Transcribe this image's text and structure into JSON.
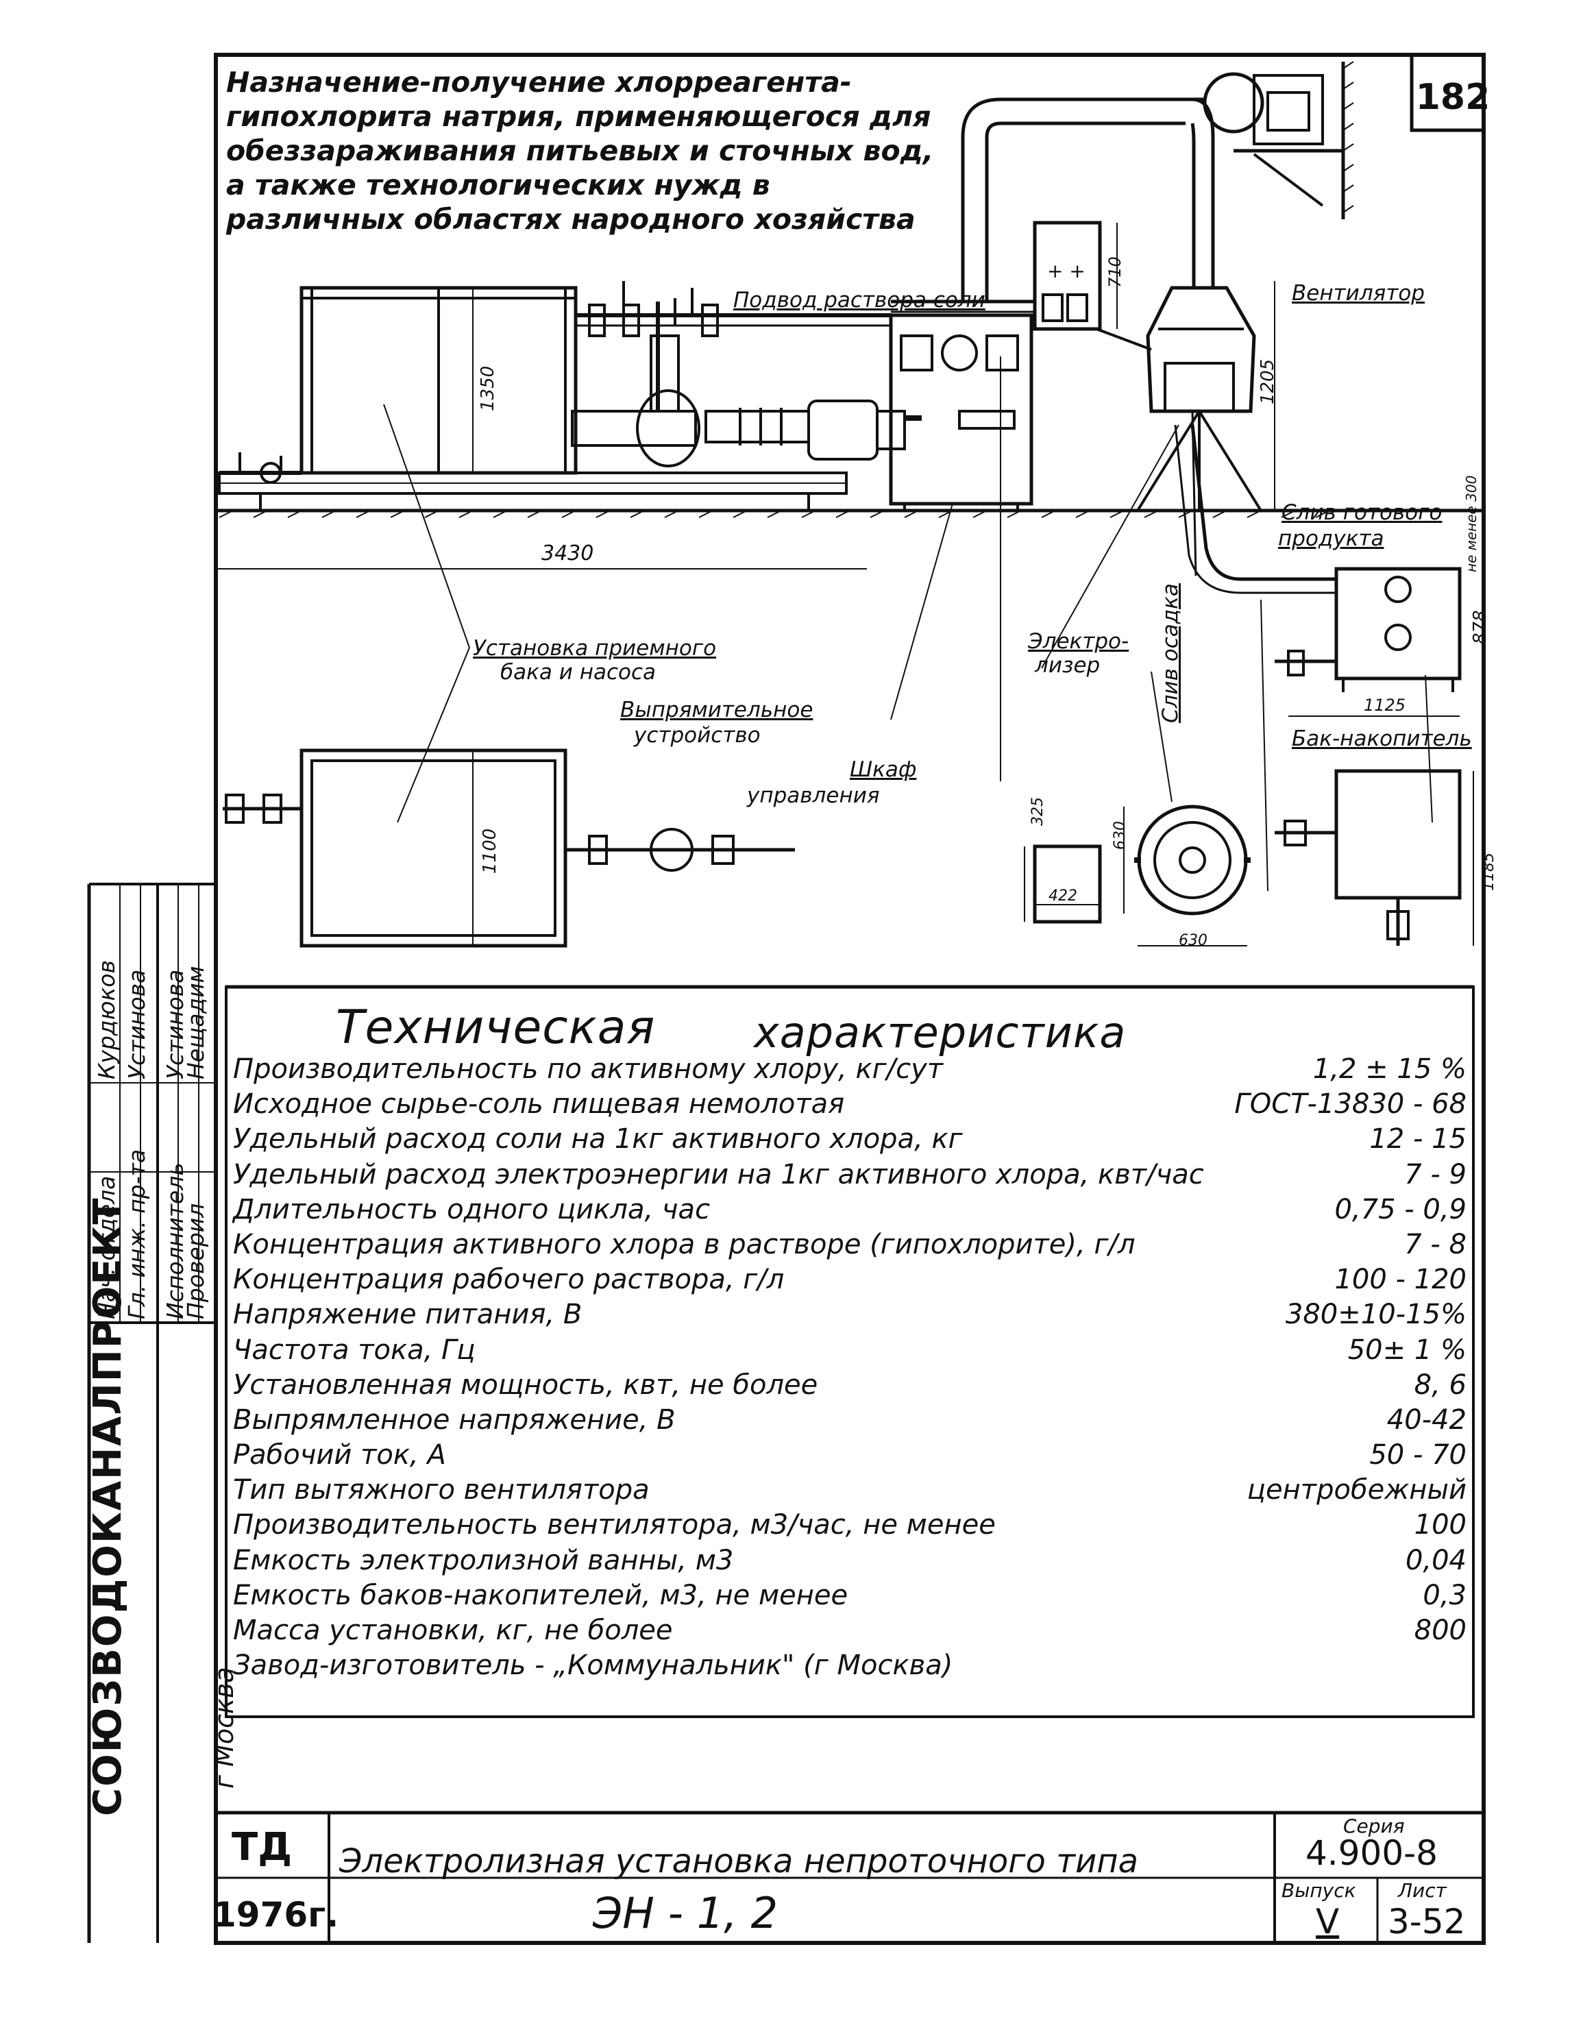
{
  "sheet_number": "182",
  "purpose_text": "Назначение-получение хлорреагента-гипохлорита натрия, применяющегося для обеззараживания питьевых и сточных вод, а также технологических нужд в различных областях народного хозяйства",
  "labels": {
    "salt_supply": "Подвод раствора соли",
    "fan": "Вентилятор",
    "product_drain": "Слив готового",
    "product_drain2": "продукта",
    "tank_pump": "Установка приемного",
    "tank_pump2": "бака и насоса",
    "electrolyzer": "Электро-",
    "electrolyzer2": "лизер",
    "sediment_drain": "Слив осадка",
    "rectifier": "Выпрямительное",
    "rectifier2": "устройство",
    "storage_tank": "Бак-накопитель",
    "control_cabinet": "Шкаф",
    "control_cabinet2": "управления"
  },
  "dimensions": {
    "d1350": "1350",
    "d3430": "3430",
    "d710": "710",
    "d1205": "1205",
    "d_min300": "не менее 300",
    "d878": "878",
    "d1125": "1125",
    "d1100": "1100",
    "d325": "325",
    "d422": "422",
    "d630a": "630",
    "d630b": "630",
    "d1185": "1185"
  },
  "spec": {
    "title_a": "Техническая",
    "title_b": "характеристика",
    "rows": [
      {
        "label": "Производительность по активному хлору, кг/сут",
        "value": "1,2 ± 15 %"
      },
      {
        "label": "Исходное сырье-соль пищевая немолотая",
        "value": "ГОСТ-13830 - 68"
      },
      {
        "label": "Удельный расход соли на 1кг активного хлора, кг",
        "value": "12 - 15"
      },
      {
        "label": "Удельный расход электроэнергии на 1кг активного хлора, квт/час",
        "value": "7 - 9"
      },
      {
        "label": "Длительность одного цикла, час",
        "value": "0,75 - 0,9"
      },
      {
        "label": "Концентрация активного хлора в растворе (гипохлорите), г/л",
        "value": "7 - 8"
      },
      {
        "label": "Концентрация рабочего раствора, г/л",
        "value": "100 - 120"
      },
      {
        "label": "Напряжение питания, В",
        "value": "380±10-15%"
      },
      {
        "label": "Частота тока, Гц",
        "value": "50± 1 %"
      },
      {
        "label": "Установленная мощность, квт, не более",
        "value": "8, 6"
      },
      {
        "label": "Выпрямленное напряжение, В",
        "value": "40-42"
      },
      {
        "label": "Рабочий ток, А",
        "value": "50 - 70"
      },
      {
        "label": "Тип вытяжного вентилятора",
        "value": "центробежный"
      },
      {
        "label": "Производительность вентилятора, м3/час, не менее",
        "value": "100"
      },
      {
        "label": "Емкость электролизной ванны, м3",
        "value": "0,04"
      },
      {
        "label": "Емкость баков-накопителей, м3, не менее",
        "value": "0,3"
      },
      {
        "label": "Масса установки, кг, не более",
        "value": "800"
      },
      {
        "label": "Завод-изготовитель - „Коммунальник\" (г Москва)",
        "value": ""
      }
    ]
  },
  "title_block": {
    "org": "СОЮЗВОДОКАНАЛПРОЕКТ",
    "city": "г Москва",
    "roles": [
      "Нач. отдела",
      "Гл. инж. пр-та",
      "Исполнитель",
      "Проверил"
    ],
    "names": [
      "Курдюков",
      "Устинова",
      "Устинова",
      "Нещадим"
    ],
    "td": "ТД",
    "year": "1976г.",
    "title": "Электролизная установка непроточного типа",
    "model": "ЭН - 1, 2",
    "series_label": "Серия",
    "series_value": "4.900-8",
    "issue_label": "Выпуск",
    "issue_value": "V",
    "sheet_label": "Лист",
    "sheet_value": "3-52"
  }
}
